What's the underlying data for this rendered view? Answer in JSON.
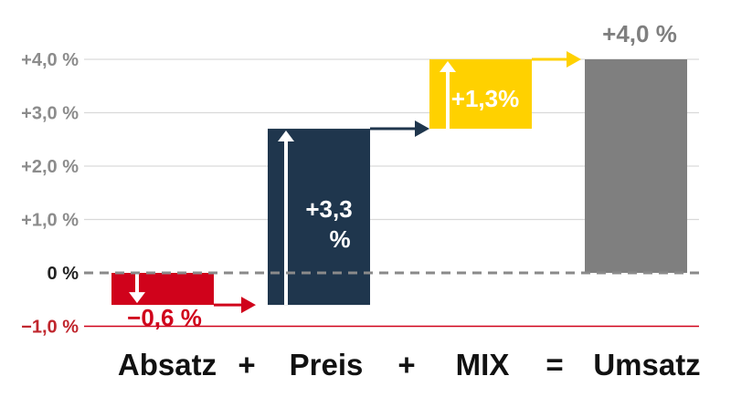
{
  "chart_data": {
    "type": "bar",
    "title": "",
    "xlabel": "",
    "ylabel": "",
    "ylim": [
      -1.05,
      4.35
    ],
    "y_ticks": [
      {
        "value": 4.0,
        "label": "+4,0 %"
      },
      {
        "value": 3.0,
        "label": "+3,0 %"
      },
      {
        "value": 2.0,
        "label": "+2,0 %"
      },
      {
        "value": 1.0,
        "label": "+1,0 %"
      },
      {
        "value": 0.0,
        "label": "0 %"
      },
      {
        "value": -1.0,
        "label": "−1,0 %"
      }
    ],
    "categories": [
      "Absatz",
      "Preis",
      "MIX",
      "Umsatz"
    ],
    "operators": [
      "+",
      "+",
      "="
    ],
    "bars": [
      {
        "category": "Absatz",
        "start": 0.0,
        "end": -0.6,
        "label": "−0,6 %",
        "color": "#d0021b",
        "label_color": "#d0021b"
      },
      {
        "category": "Preis",
        "start": -0.6,
        "end": 2.7,
        "label": "+3,3 %",
        "color": "#1f364d",
        "label_color": "#ffffff"
      },
      {
        "category": "MIX",
        "start": 2.7,
        "end": 4.0,
        "label": "+1,3%",
        "color": "#ffd100",
        "label_color": "#ffffff"
      },
      {
        "category": "Umsatz",
        "start": 0.0,
        "end": 4.0,
        "label": "+4,0 %",
        "color": "#7f7f7f",
        "label_color": "#7f7f7f"
      }
    ],
    "grid": true
  }
}
